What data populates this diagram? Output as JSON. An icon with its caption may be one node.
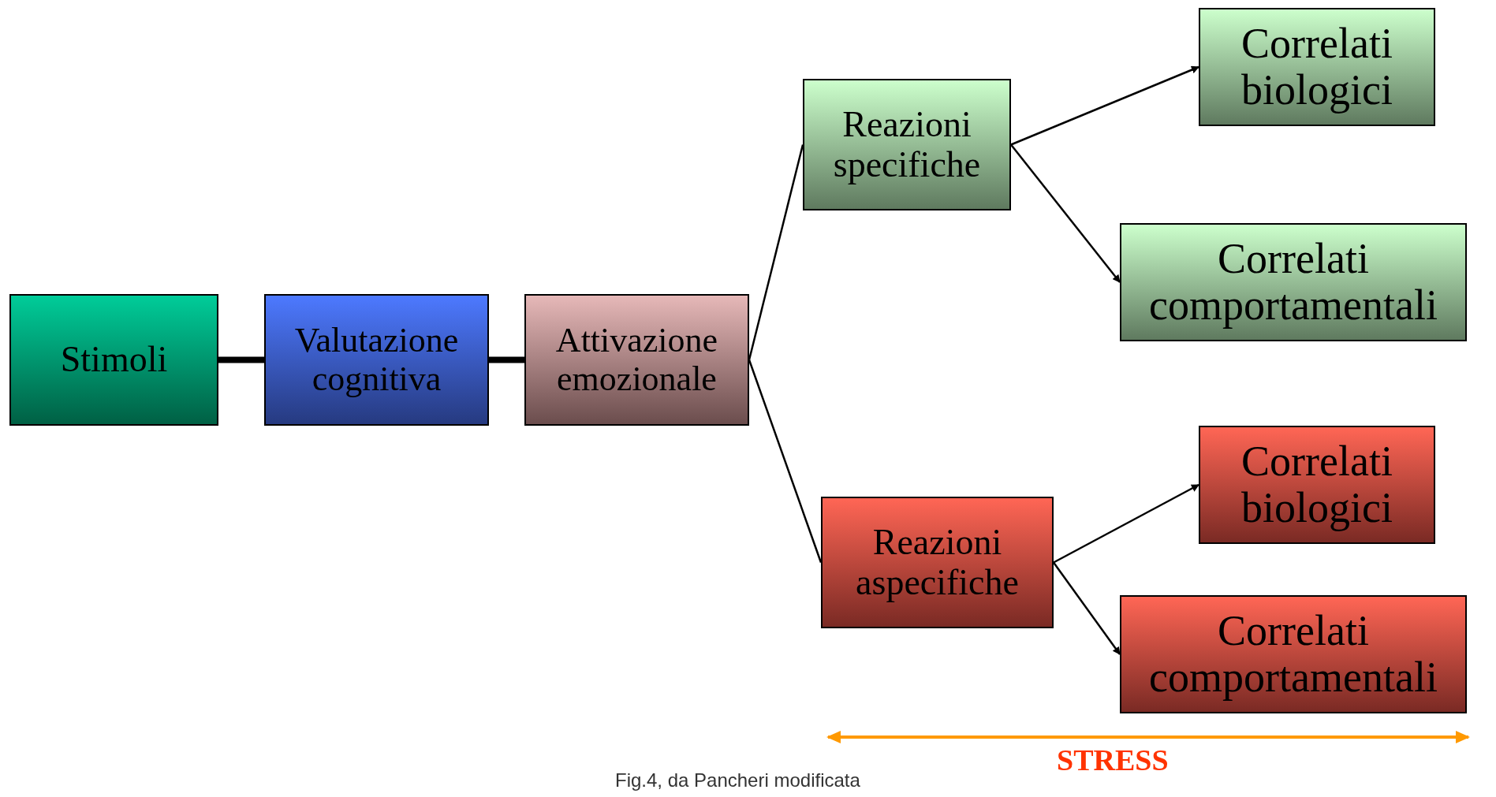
{
  "diagram": {
    "caption": "Fig.4, da Pancheri modificata",
    "nodes": [
      {
        "text": [
          "Stimoli"
        ]
      },
      {
        "text": [
          "Valutazione cognitiva"
        ]
      },
      {
        "text": [
          "Attivazione emozionale"
        ]
      },
      {
        "text": [
          "Reazioni specifiche"
        ]
      },
      {
        "text": [
          "Correlati biologici"
        ]
      },
      {
        "text": [
          "Correlati comportamentali"
        ]
      },
      {
        "text": [
          "Reazioni aspecifiche"
        ]
      },
      {
        "text": [
          "Correlati biologici"
        ]
      },
      {
        "text": [
          "Correlati comportamentali"
        ]
      }
    ],
    "edges": [
      {
        "from": 0,
        "to": 1,
        "arrow": "none",
        "style": "thick"
      },
      {
        "from": 1,
        "to": 2,
        "arrow": "none",
        "style": "thick"
      },
      {
        "from": 2,
        "to": 3,
        "arrow": "none"
      },
      {
        "from": 2,
        "to": 6,
        "arrow": "none"
      },
      {
        "from": 3,
        "to": 4,
        "arrow": "to"
      },
      {
        "from": 3,
        "to": 5,
        "arrow": "to"
      },
      {
        "from": 6,
        "to": 7,
        "arrow": "to"
      },
      {
        "from": 6,
        "to": 8,
        "arrow": "to"
      }
    ],
    "labels": [
      "STRESS"
    ]
  }
}
